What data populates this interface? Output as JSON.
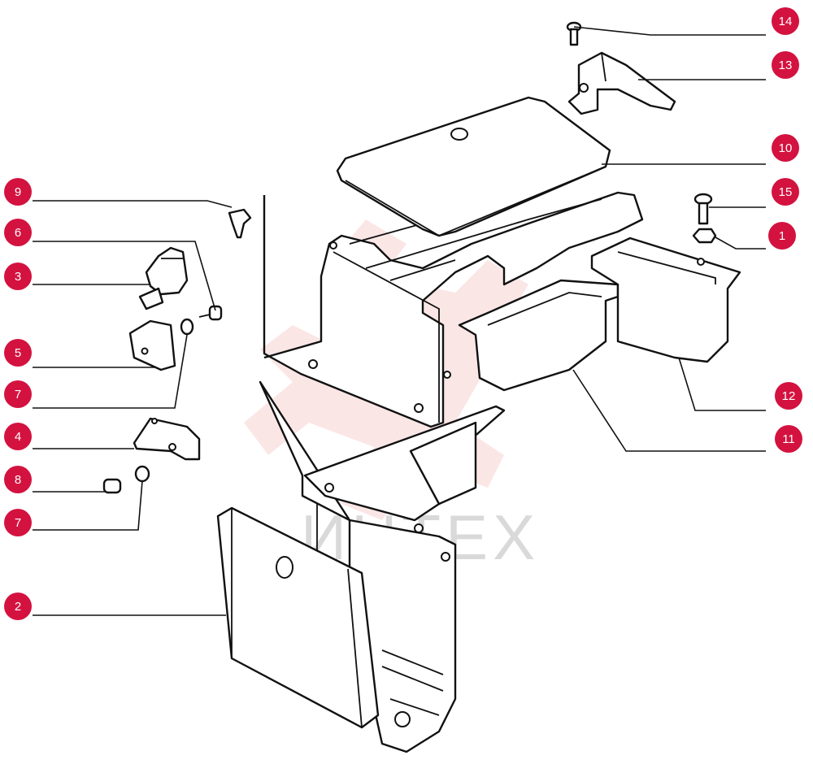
{
  "watermark": {
    "text": "ИНТЕХ",
    "color": "#d9d9d9",
    "emblem_color": "#f3b8b8"
  },
  "badge_color": "#d4123f",
  "callouts": [
    {
      "id": "14",
      "label": "14"
    },
    {
      "id": "13",
      "label": "13"
    },
    {
      "id": "10",
      "label": "10"
    },
    {
      "id": "15",
      "label": "15"
    },
    {
      "id": "1",
      "label": "1"
    },
    {
      "id": "12",
      "label": "12"
    },
    {
      "id": "11",
      "label": "11"
    },
    {
      "id": "9",
      "label": "9"
    },
    {
      "id": "6",
      "label": "6"
    },
    {
      "id": "3",
      "label": "3"
    },
    {
      "id": "5",
      "label": "5"
    },
    {
      "id": "7a",
      "label": "7"
    },
    {
      "id": "4",
      "label": "4"
    },
    {
      "id": "8",
      "label": "8"
    },
    {
      "id": "7b",
      "label": "7"
    },
    {
      "id": "2",
      "label": "2"
    }
  ]
}
